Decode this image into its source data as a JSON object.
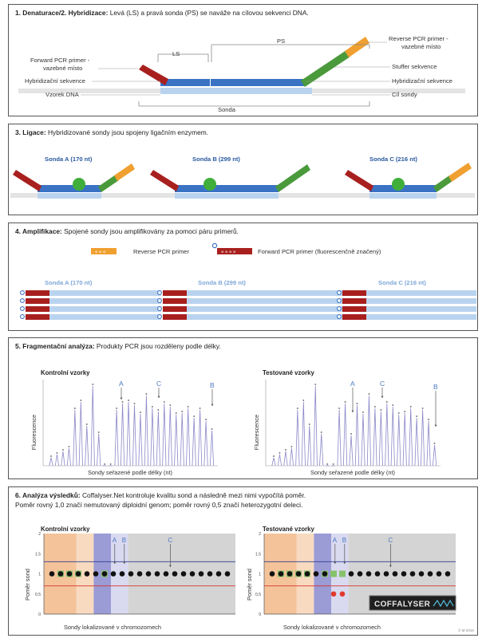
{
  "panel1": {
    "title_bold": "1. Denaturace/2. Hybridizace:",
    "title_rest": " Levá (LS) a pravá sonda (PS) se naváže na cílovou sekvenci DNA.",
    "ls": "LS",
    "ps": "PS",
    "fwd_primer_1": "Forward PCR primer -",
    "fwd_primer_2": "vazebné místo",
    "hyb_left": "Hybridizační sekvence",
    "sample": "Vzorek DNA",
    "rev_primer_1": "Reverse PCR primer -",
    "rev_primer_2": "vazebné místo",
    "stuffer": "Stuffer sekvence",
    "hyb_right": "Hybridizační sekvence",
    "target": "Cíl sondy",
    "probe": "Sonda"
  },
  "panel2": {
    "title_bold": "3. Ligace:",
    "title_rest": " Hybridizované sondy jsou spojeny ligačním enzymem.",
    "probes": [
      "Sonda A (170 nt)",
      "Sonda B (299 nt)",
      "Sonda C (216 nt)"
    ]
  },
  "panel3": {
    "title_bold": "4. Amplifikace:",
    "title_rest": " Spojené sondy jsou amplifikovány za pomoci páru primerů.",
    "rev_legend": "Reverse PCR primer",
    "fwd_legend": "Forward PCR primer (fluorescenčně značený)",
    "probes": [
      "Sonda A (170 nt)",
      "Sonda B (299 nt)",
      "Sonda C (216 nt)"
    ]
  },
  "panel4": {
    "title_bold": "5. Fragmentační analýza:",
    "title_rest": " Produkty PCR jsou rozděleny podle délky.",
    "left_title": "Kontrolní vzorky",
    "right_title": "Testované vzorky",
    "ylabel": "Fluorescence",
    "xlabel": "Sondy seřazené podle délky (nt)",
    "markers": [
      "A",
      "C",
      "B"
    ]
  },
  "panel5": {
    "title_bold": "6. Analýza výsledků:",
    "title_rest": " Coffalyser.Net kontroluje kvalitu sond a následně mezi nimi vypočítá poměr.",
    "line2": "Poměr rovný 1,0 značí nemutovaný diploidní genom; poměr rovný 0,5 značí heterozygotní deleci.",
    "left_title": "Kontrolní vzorky",
    "right_title": "Testované vzorky",
    "ylabel": "Poměr sond",
    "xlabel": "Sondy lokalizované v chromozomech",
    "yticks": [
      "2",
      "1.5",
      "1",
      "0.5",
      "0"
    ],
    "markers": [
      "A",
      "B",
      "C"
    ],
    "logo": "COFFALYSER",
    "footnote": "© M-2015"
  },
  "colors": {
    "dna_blue": "#3a73c4",
    "light_blue": "#b9d3ef",
    "primer_red": "#a8201e",
    "stuffer_green": "#4a9a3c",
    "primer_orange": "#f0a030",
    "ligase_green": "#3fae3a",
    "peak_purple": "#8b87c8"
  },
  "chart_data": [
    {
      "type": "scatter",
      "title": "Kontrolní vzorky",
      "xlabel": "Sondy lokalizované v chromozomech",
      "ylabel": "Poměr sond",
      "ylim": [
        0,
        2
      ],
      "series": [
        {
          "values": [
            1,
            1,
            1,
            1,
            1,
            1,
            1,
            1,
            1,
            1,
            1,
            1,
            1,
            1,
            1,
            1,
            1,
            1,
            1,
            1,
            1
          ]
        }
      ]
    },
    {
      "type": "scatter",
      "title": "Testované vzorky",
      "xlabel": "Sondy lokalizované v chromozomech",
      "ylabel": "Poměr sond",
      "ylim": [
        0,
        2
      ],
      "series": [
        {
          "values": [
            1,
            1,
            1,
            1,
            1,
            1,
            1,
            1,
            1,
            1,
            1,
            1,
            1,
            1,
            1,
            1,
            1,
            1,
            1,
            1,
            1
          ]
        },
        {
          "values": [
            0.5,
            0.5
          ]
        }
      ]
    }
  ]
}
